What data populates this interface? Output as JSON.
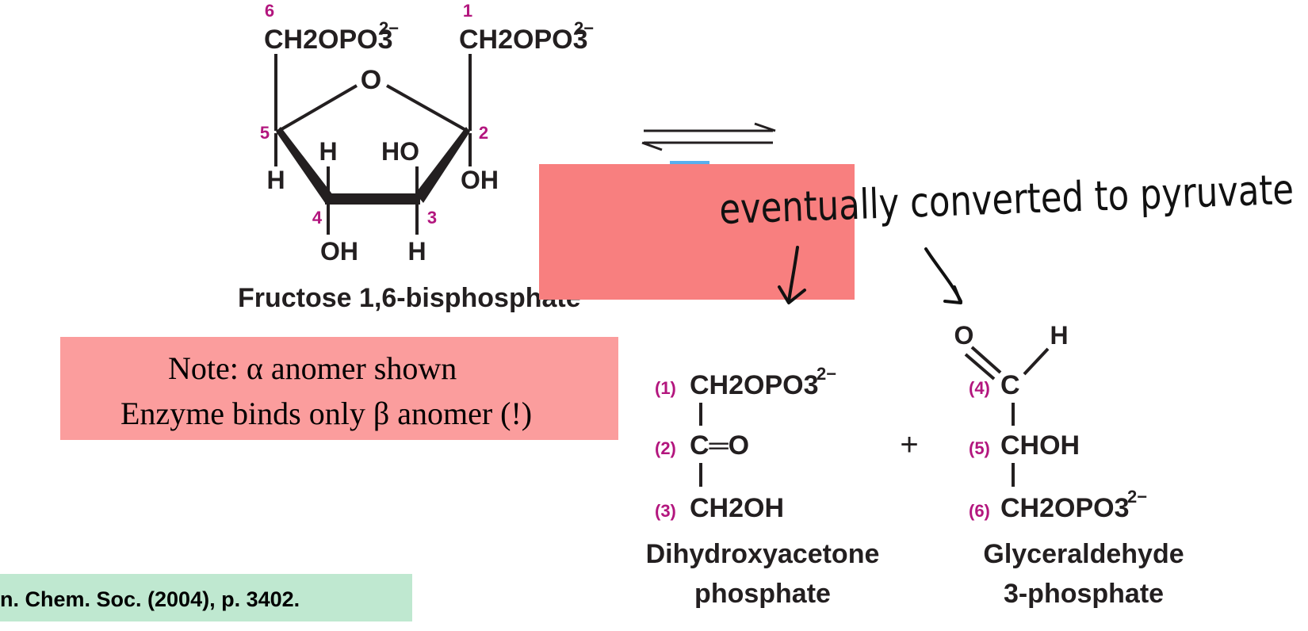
{
  "fbp": {
    "carbon_numbers": [
      "6",
      "1",
      "5",
      "2",
      "4",
      "3"
    ],
    "left_group": "CH2OPO3",
    "right_group": "CH2OPO3",
    "charge": "2−",
    "ring_oxygen": "O",
    "sub_h5": "H",
    "sub_h4_up": "H",
    "sub_ho3": "HO",
    "sub_oh2": "OH",
    "sub_oh4": "OH",
    "sub_h3": "H",
    "name": "Fructose 1,6-bisphosphate"
  },
  "note": {
    "line1": "Note:  α anomer shown",
    "line2": "Enzyme binds only β anomer (!)"
  },
  "handwritten": "eventually converted to pyruvate",
  "reference": "n. Chem. Soc. (2004), p. 3402.",
  "dhap": {
    "n1": "(1)",
    "row1": "CH2OPO3",
    "charge": "2−",
    "n2": "(2)",
    "row2": "C═O",
    "n3": "(3)",
    "row3": "CH2OH",
    "name_line1": "Dihydroxyacetone",
    "name_line2": "phosphate"
  },
  "plus": "+",
  "gap": {
    "o": "O",
    "h": "H",
    "n4": "(4)",
    "row4": "C",
    "n5": "(5)",
    "row5": "CHOH",
    "n6": "(6)",
    "row6": "CH2OPO3",
    "charge": "2−",
    "name_line1": "Glyceraldehyde",
    "name_line2": "3-phosphate"
  },
  "colors": {
    "note_box": "#fb9d9d",
    "cover_box": "#f87f7f",
    "reference_box": "#bfe8d0",
    "carbon_number": "#b3167e",
    "hidden_enzyme_text": "#2f9be8"
  }
}
